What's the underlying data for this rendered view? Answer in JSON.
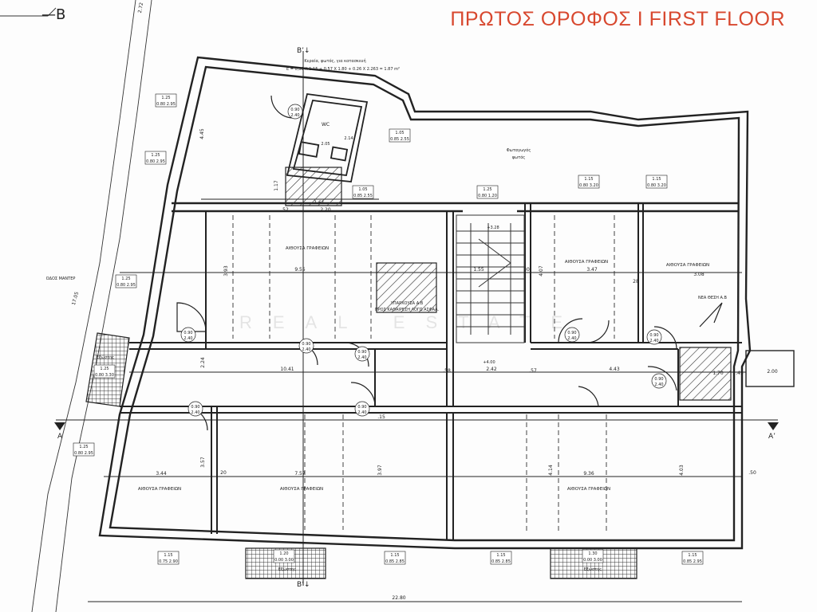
{
  "title": "ΠΡΩΤΟΣ ΟΡΟΦΟΣ Ι FIRST FLOOR",
  "watermark": "REAL ESTATE",
  "colors": {
    "title": "#d8482f",
    "line": "#222222"
  },
  "section_marks": {
    "top_b": "Β’↓",
    "bottom_b": "Β’↓",
    "left_b": "—Β",
    "left_a": "Α",
    "right_a": "Α’",
    "bottom_overall": "22.80",
    "left_overall": "17.05",
    "top_corner": "2.72"
  },
  "annotations": {
    "roof_note": "Κεραία, φωτός, για κατασκευή",
    "formula": "E = 0,50 X 1.15 + 0.57 X 1.80 + 0.26 X 2.263 = 1.87 m²",
    "light_well": "Φωταγωγός",
    "light_well_sub": "φωτός",
    "street": "ΟΔΟΣ ΜΑΝΤΕΡ",
    "wc": "WC",
    "wc_dim_a": "2.05",
    "wc_dim_b": "2.14",
    "new_position": "ΝΕΑ ΘΕΣΗ Α.Β",
    "stair_top": "+3.28",
    "stair_mid": "+4.00",
    "existing_ab": "ΥΠΑΡΧΟΥΣΑ Α.Β",
    "existing_ab_sub": "ΠΡΟΣ ΚΑΘΑΙΡΕΣΗ ΛΟΓΩ ΑΣΦΑΛ."
  },
  "rooms": [
    {
      "label": "ΑΙΘΟΥΣΑ ΓΡΑΦΕΙΩΝ",
      "dim": "9.55"
    },
    {
      "label": "ΑΙΘΟΥΣΑ ΓΡΑΦΕΙΩΝ",
      "dim": "3.47"
    },
    {
      "label": "ΑΙΘΟΥΣΑ ΓΡΑΦΕΙΩΝ",
      "dim": "3.08"
    },
    {
      "label": "ΑΙΘΟΥΣΑ ΓΡΑΦΕΙΩΝ",
      "dim": "3.44"
    },
    {
      "label": "ΑΙΘΟΥΣΑ ΓΡΑΦΕΙΩΝ",
      "dim": "7.57"
    },
    {
      "label": "ΑΙΘΟΥΣΑ ΓΡΑΦΕΙΩΝ",
      "dim": "9.36"
    }
  ],
  "dims": {
    "corridor_left": "10.41",
    "corridor_mid": "2.42",
    "corridor_right": "4.43",
    "h_393": "3.93",
    "h_407": "4.07",
    "h_397": "3.97",
    "h_414": "4.14",
    "h_403": "4.03",
    "h_357": "3.57",
    "h_224": "2.24",
    "h_445": "4.45",
    "h_117": "1.17",
    "d_220": "2.20",
    "d_161": "1.61",
    "d_52": ".52",
    "d_58": ".58",
    "d_57": ".57",
    "d_45": ".45",
    "d_50": ".50",
    "d_20": "20",
    "d_28": "28",
    "d_30": "30",
    "d_15": ".15",
    "d_170": "1.70",
    "d_200": "2.00",
    "d_155": "1.55"
  },
  "windows": [
    {
      "top": "1.25",
      "bottom": "0.80 2.95"
    },
    {
      "top": "1.25",
      "bottom": "0.80 2.95"
    },
    {
      "top": "1.25",
      "bottom": "0.80 2.95"
    },
    {
      "top": "1.25",
      "bottom": "0.80 2.95"
    },
    {
      "top": "1.05",
      "bottom": "0.85 2.55"
    },
    {
      "top": "1.05",
      "bottom": "0.85 2.55"
    },
    {
      "top": "1.25",
      "bottom": "0.80 1.20"
    },
    {
      "top": "1.15",
      "bottom": "0.80 3.20"
    },
    {
      "top": "1.15",
      "bottom": "0.80 3.20"
    },
    {
      "top": "1.15",
      "bottom": "0.75 2.90"
    },
    {
      "top": "1.20",
      "bottom": "0.00 3.00"
    },
    {
      "top": "1.15",
      "bottom": "0.85 2.85"
    },
    {
      "top": "1.15",
      "bottom": "0.85 2.85"
    },
    {
      "top": "1.30",
      "bottom": "0.00 3.00"
    },
    {
      "top": "1.15",
      "bottom": "0.85 2.95"
    },
    {
      "top": "1.25",
      "bottom": "0.80 3.30"
    }
  ],
  "doors": [
    {
      "top": "0.90",
      "bottom": "2.40"
    },
    {
      "top": "0.90",
      "bottom": "2.40"
    },
    {
      "top": "0.90",
      "bottom": "2.40"
    },
    {
      "top": "0.90",
      "bottom": "2.40"
    },
    {
      "top": "0.90",
      "bottom": "2.40"
    },
    {
      "top": "0.90",
      "bottom": "2.40"
    },
    {
      "top": "0.90",
      "bottom": "2.40"
    },
    {
      "top": "0.90",
      "bottom": "2.40"
    },
    {
      "top": "0.90",
      "bottom": "2.40"
    }
  ],
  "balconies": [
    {
      "label": "Εξώστης"
    },
    {
      "label": "Εξώστης"
    },
    {
      "label": "Εξώστης"
    }
  ]
}
